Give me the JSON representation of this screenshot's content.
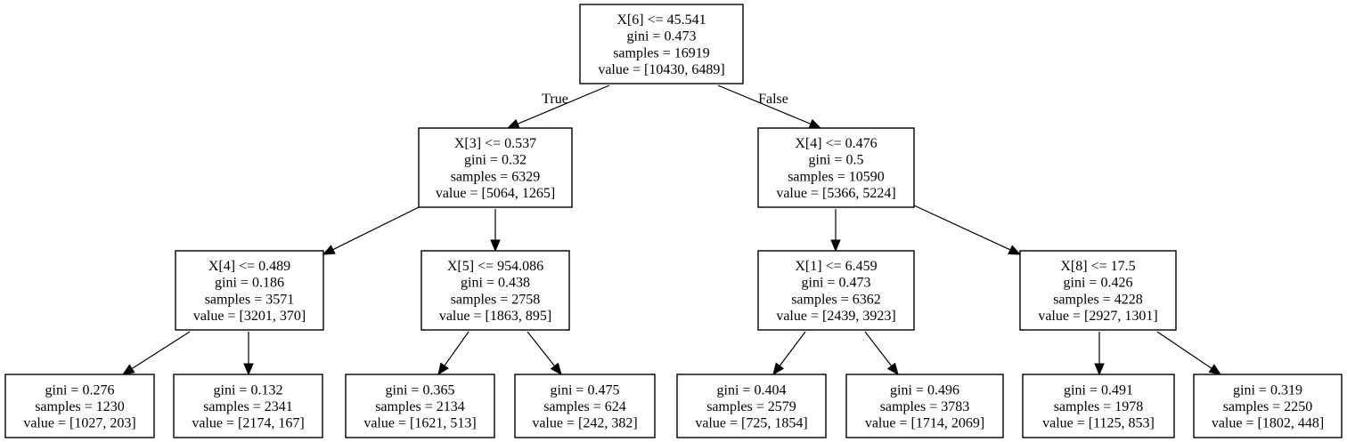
{
  "tree": {
    "nodes": [
      {
        "id": "n0",
        "lines": [
          "X[6] <= 45.541",
          "gini = 0.473",
          "samples = 16919",
          "value = [10430, 6489]"
        ]
      },
      {
        "id": "n1",
        "lines": [
          "X[3] <= 0.537",
          "gini = 0.32",
          "samples = 6329",
          "value = [5064, 1265]"
        ]
      },
      {
        "id": "n2",
        "lines": [
          "X[4] <= 0.476",
          "gini = 0.5",
          "samples = 10590",
          "value = [5366, 5224]"
        ]
      },
      {
        "id": "n3",
        "lines": [
          "X[4] <= 0.489",
          "gini = 0.186",
          "samples = 3571",
          "value = [3201, 370]"
        ]
      },
      {
        "id": "n4",
        "lines": [
          "X[5] <= 954.086",
          "gini = 0.438",
          "samples = 2758",
          "value = [1863, 895]"
        ]
      },
      {
        "id": "n5",
        "lines": [
          "X[1] <= 6.459",
          "gini = 0.473",
          "samples = 6362",
          "value = [2439, 3923]"
        ]
      },
      {
        "id": "n6",
        "lines": [
          "X[8] <= 17.5",
          "gini = 0.426",
          "samples = 4228",
          "value = [2927, 1301]"
        ]
      },
      {
        "id": "n7",
        "lines": [
          "gini = 0.276",
          "samples = 1230",
          "value = [1027, 203]"
        ]
      },
      {
        "id": "n8",
        "lines": [
          "gini = 0.132",
          "samples = 2341",
          "value = [2174, 167]"
        ]
      },
      {
        "id": "n9",
        "lines": [
          "gini = 0.365",
          "samples = 2134",
          "value = [1621, 513]"
        ]
      },
      {
        "id": "n10",
        "lines": [
          "gini = 0.475",
          "samples = 624",
          "value = [242, 382]"
        ]
      },
      {
        "id": "n11",
        "lines": [
          "gini = 0.404",
          "samples = 2579",
          "value = [725, 1854]"
        ]
      },
      {
        "id": "n12",
        "lines": [
          "gini = 0.496",
          "samples = 3783",
          "value = [1714, 2069]"
        ]
      },
      {
        "id": "n13",
        "lines": [
          "gini = 0.491",
          "samples = 1978",
          "value = [1125, 853]"
        ]
      },
      {
        "id": "n14",
        "lines": [
          "gini = 0.319",
          "samples = 2250",
          "value = [1802, 448]"
        ]
      }
    ],
    "edges": [
      {
        "from": "n0",
        "to": "n1",
        "label": "True"
      },
      {
        "from": "n0",
        "to": "n2",
        "label": "False"
      },
      {
        "from": "n1",
        "to": "n3"
      },
      {
        "from": "n1",
        "to": "n4"
      },
      {
        "from": "n2",
        "to": "n5"
      },
      {
        "from": "n2",
        "to": "n6"
      },
      {
        "from": "n3",
        "to": "n7"
      },
      {
        "from": "n3",
        "to": "n8"
      },
      {
        "from": "n4",
        "to": "n9"
      },
      {
        "from": "n4",
        "to": "n10"
      },
      {
        "from": "n5",
        "to": "n11"
      },
      {
        "from": "n5",
        "to": "n12"
      },
      {
        "from": "n6",
        "to": "n13"
      },
      {
        "from": "n6",
        "to": "n14"
      }
    ]
  }
}
